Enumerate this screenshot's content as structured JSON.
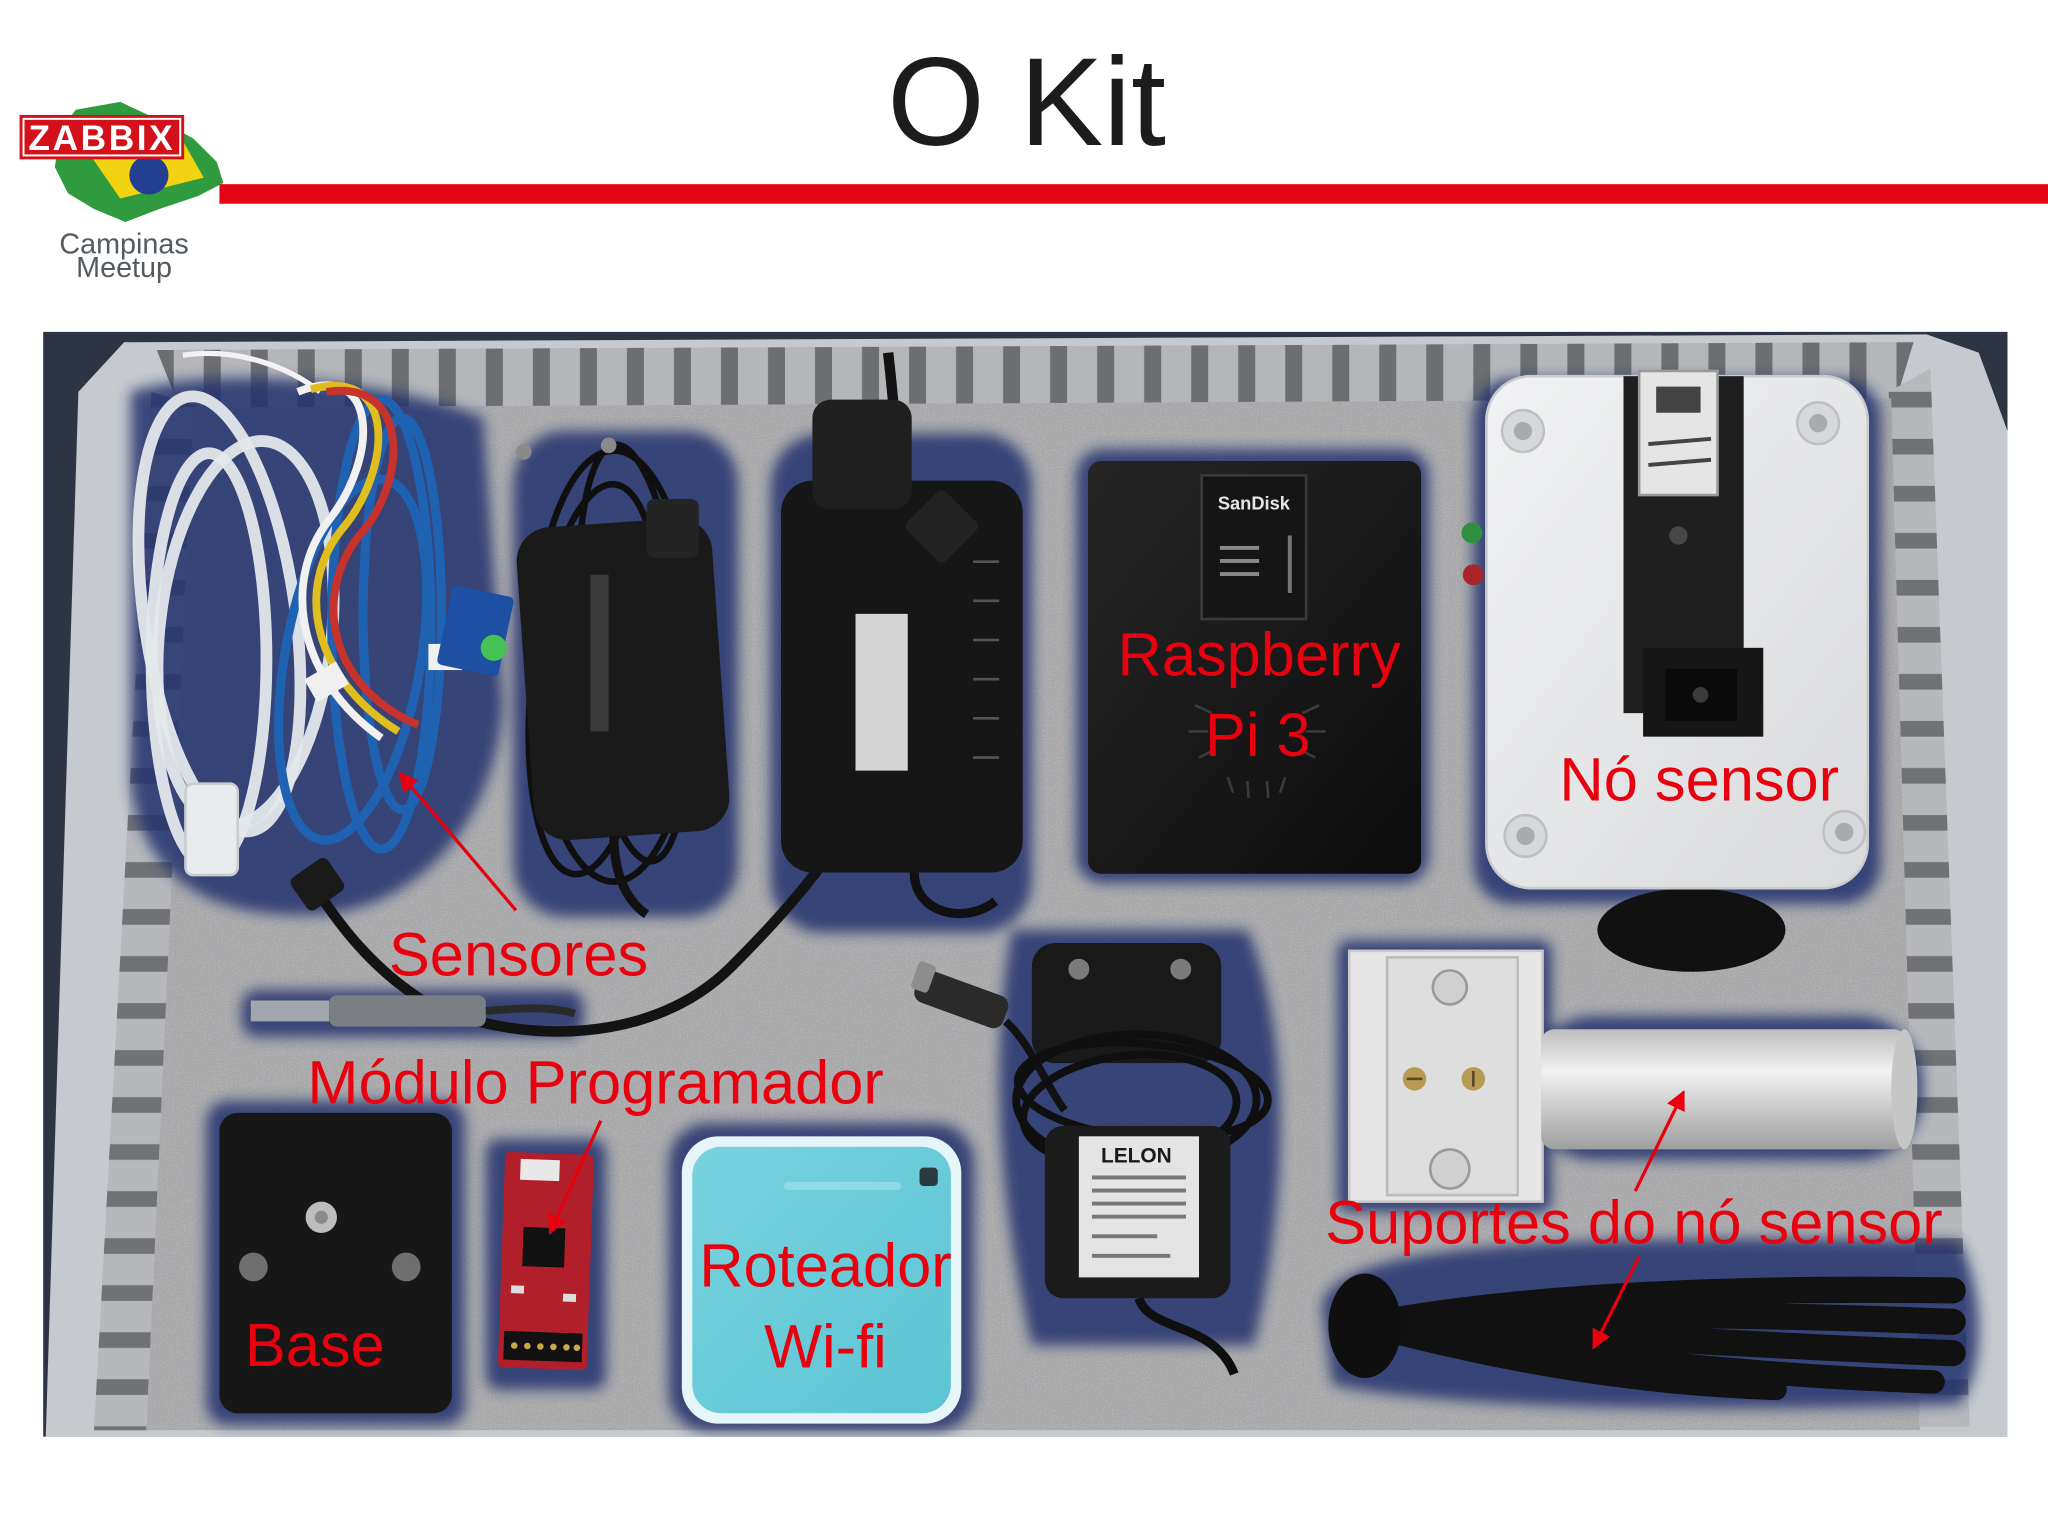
{
  "slide": {
    "title": "O Kit"
  },
  "logo": {
    "badge": "ZABBIX",
    "city": "Campinas",
    "event": "Meetup"
  },
  "photo": {
    "labels": {
      "raspberry": "Raspberry",
      "raspberry_model": "Pi 3",
      "sensor_node": "Nó sensor",
      "sensors": "Sensores",
      "programmer_module": "Módulo Programador",
      "sensor_node_supports": "Suportes do nó sensor",
      "router": "Roteador",
      "router_type": "Wi-fi",
      "base": "Base"
    },
    "printed_text": {
      "sd_card_brand": "SanDisk",
      "charger_brand": "LELON"
    }
  },
  "colors": {
    "title_rule": "#e30613",
    "label_red": "#e8000f",
    "logo_badge": "#d2111b",
    "router_body": "#5cc4d3"
  }
}
